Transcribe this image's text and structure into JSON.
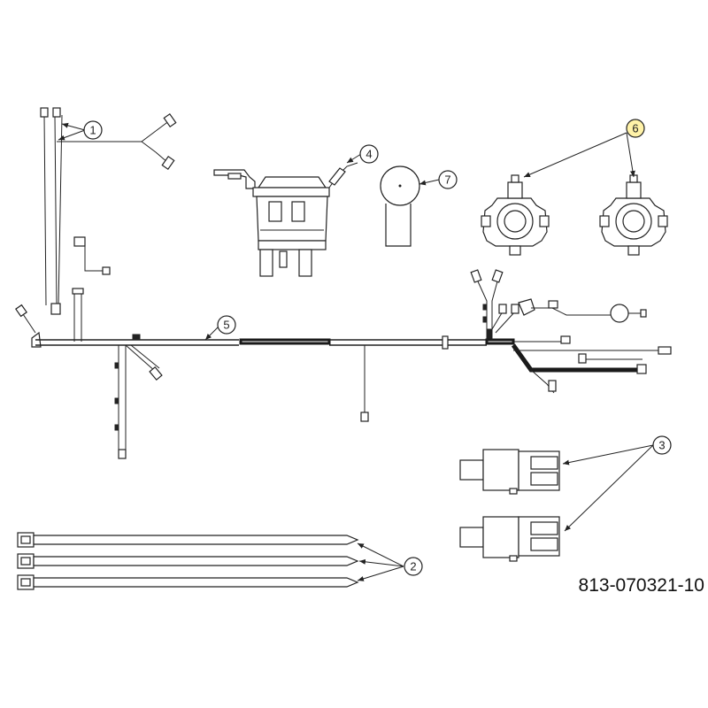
{
  "callouts": {
    "c1": "1",
    "c2": "2",
    "c3": "3",
    "c4": "4",
    "c5": "5",
    "c6": "6",
    "c7": "7"
  },
  "part_number": "813-070321-10",
  "colors": {
    "highlight": "#fff2a8",
    "line": "#222222"
  }
}
